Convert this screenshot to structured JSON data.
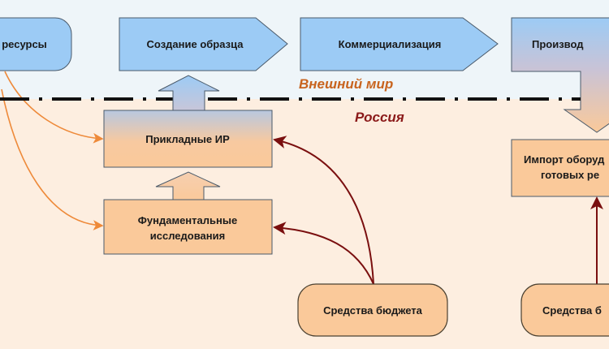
{
  "zones": {
    "outer": "Внешний мир",
    "russia": "Россия"
  },
  "nodes": {
    "resources": "ресурсы",
    "prototype": "Создание образца",
    "commercialization": "Коммерциализация",
    "production": "Производ",
    "applied": "Прикладные ИР",
    "fundamental_1": "Фундаментальные",
    "fundamental_2": "исследования",
    "budget_1": "Средства бюджета",
    "import_1": "Импорт оборуд",
    "import_2": "готовых ре",
    "budget_2": "Средства б"
  },
  "colors": {
    "outer_bg": "#eef5f9",
    "russia_bg": "#fdeee0",
    "blue": "#9ccbf5",
    "orange": "#fac99a",
    "outer_label": "#c8641e",
    "russia_label": "#8b1a1a",
    "orange_arrow": "#ee8a3a",
    "red_arrow": "#7a0f0f"
  }
}
